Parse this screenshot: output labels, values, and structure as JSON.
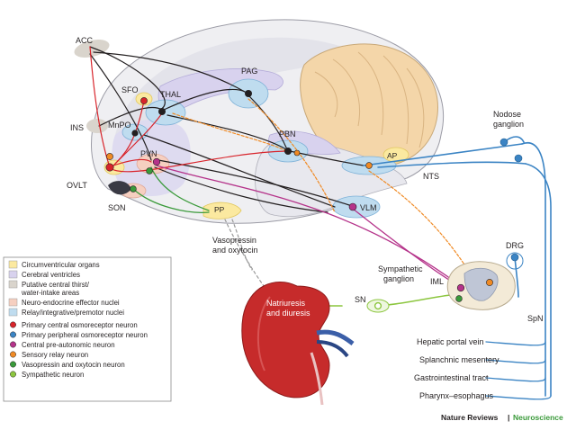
{
  "brain_regions": {
    "acc": "ACC",
    "sfo": "SFO",
    "thal": "THAL",
    "pag": "PAG",
    "ins": "INS",
    "mnpo": "MnPO",
    "pbn": "PBN",
    "pvn": "PVN",
    "ovlt": "OVLT",
    "son": "SON",
    "pp": "PP",
    "vlm": "VLM",
    "ap": "AP",
    "nts": "NTS"
  },
  "periphery": {
    "nodose": [
      "Nodose",
      "ganglion"
    ],
    "dtrg": "DRG",
    "iml": "IML",
    "sym_ganglion": [
      "Sympathetic",
      "ganglion"
    ],
    "sn": "SN",
    "spn": "SpN",
    "vasopressin": [
      "Vasopressin",
      "and oxytocin"
    ],
    "kidney": [
      "Natriuresis",
      "and diuresis"
    ],
    "targets": [
      "Hepatic portal vein",
      "Splanchnic mesentery",
      "Gastrointestinal tract",
      "Pharynx–esophagus"
    ]
  },
  "legend": {
    "areas": [
      {
        "label": "Circumventricular organs",
        "color": "#fbe9a0"
      },
      {
        "label": "Cerebral ventricles",
        "color": "#d8d2ee"
      },
      {
        "label": "Putative central thirst/ water-intake areas",
        "lines": [
          "Putative central thirst/",
          "water-intake areas"
        ],
        "color": "#d9d4cc"
      },
      {
        "label": "Neuro-endocrine effector nuclei",
        "color": "#f6cfc0"
      },
      {
        "label": "Relay/integrative/premotor nuclei",
        "color": "#bfdcef"
      }
    ],
    "neurons": [
      {
        "label": "Primary central osmoreceptor neuron",
        "color": "#d8242b"
      },
      {
        "label": "Primary peripheral osmoreceptor neuron",
        "color": "#3b84c4"
      },
      {
        "label": "Central pre-autonomic neuron",
        "color": "#b5338a"
      },
      {
        "label": "Sensory relay neuron",
        "color": "#f08a24"
      },
      {
        "label": "Vasopressin and oxytocin neuron",
        "color": "#3a9a3a"
      },
      {
        "label": "Sympathetic neuron",
        "color": "#8cc63f"
      }
    ]
  },
  "credit": {
    "journal": "Nature Reviews",
    "separator": "|",
    "section": "Neuroscience"
  }
}
